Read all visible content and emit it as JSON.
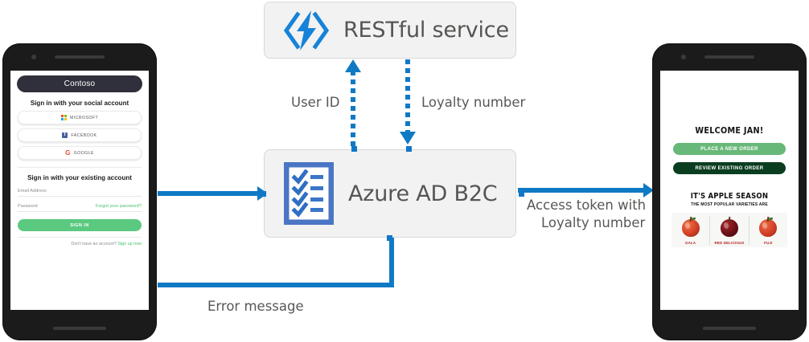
{
  "diagram": {
    "title": "Azure AD B2C RESTful service flow",
    "accent_blue": "#0f7ac4",
    "box_fill": "#f2f2f2",
    "label_gray": "#595755"
  },
  "nodes": {
    "rest_service": {
      "label": "RESTful service",
      "icon": "code-lightning-icon"
    },
    "azure_ad_b2c": {
      "label": "Azure AD B2C",
      "icon": "checklist-icon"
    }
  },
  "connectors": [
    {
      "id": "sign-in",
      "label": "",
      "style": "solid",
      "direction": "right"
    },
    {
      "id": "user-id",
      "label": "User ID",
      "style": "dotted",
      "direction": "up"
    },
    {
      "id": "loyalty-number",
      "label": "Loyalty number",
      "style": "dotted",
      "direction": "down"
    },
    {
      "id": "access-token",
      "label_line1": "Access token with",
      "label_line2": "Loyalty number",
      "style": "solid",
      "direction": "right"
    },
    {
      "id": "error-message",
      "label": "Error message",
      "style": "solid",
      "direction": "left"
    }
  ],
  "phone_left": {
    "brand": "Contoso",
    "social_heading": "Sign in with your social account",
    "social_buttons": [
      {
        "label": "MICROSOFT",
        "icon": "microsoft-icon"
      },
      {
        "label": "FACEBOOK",
        "icon": "facebook-icon"
      },
      {
        "label": "GOOGLE",
        "icon": "google-icon"
      }
    ],
    "existing_heading": "Sign in with your existing account",
    "email_label": "Email Address",
    "password_label": "Password",
    "forgot_link": "Forgot your password?",
    "signin_button": "SIGN IN",
    "signup_prompt": "Don't have an account?",
    "signup_link": "Sign up now"
  },
  "phone_right": {
    "welcome": "WELCOME JAN!",
    "primary_button": "PLACE A NEW ORDER",
    "secondary_button": "REVIEW EXISTING  ORDER",
    "promo_title": "IT'S APPLE SEASON",
    "promo_subtitle": "THE MOST POPULAR VARIETIES ARE",
    "apples": [
      {
        "name": "GALA",
        "color": "#d9442a"
      },
      {
        "name": "RED DELICIOUS",
        "color": "#6e1118"
      },
      {
        "name": "FUJI",
        "color": "#d4432c"
      }
    ]
  }
}
